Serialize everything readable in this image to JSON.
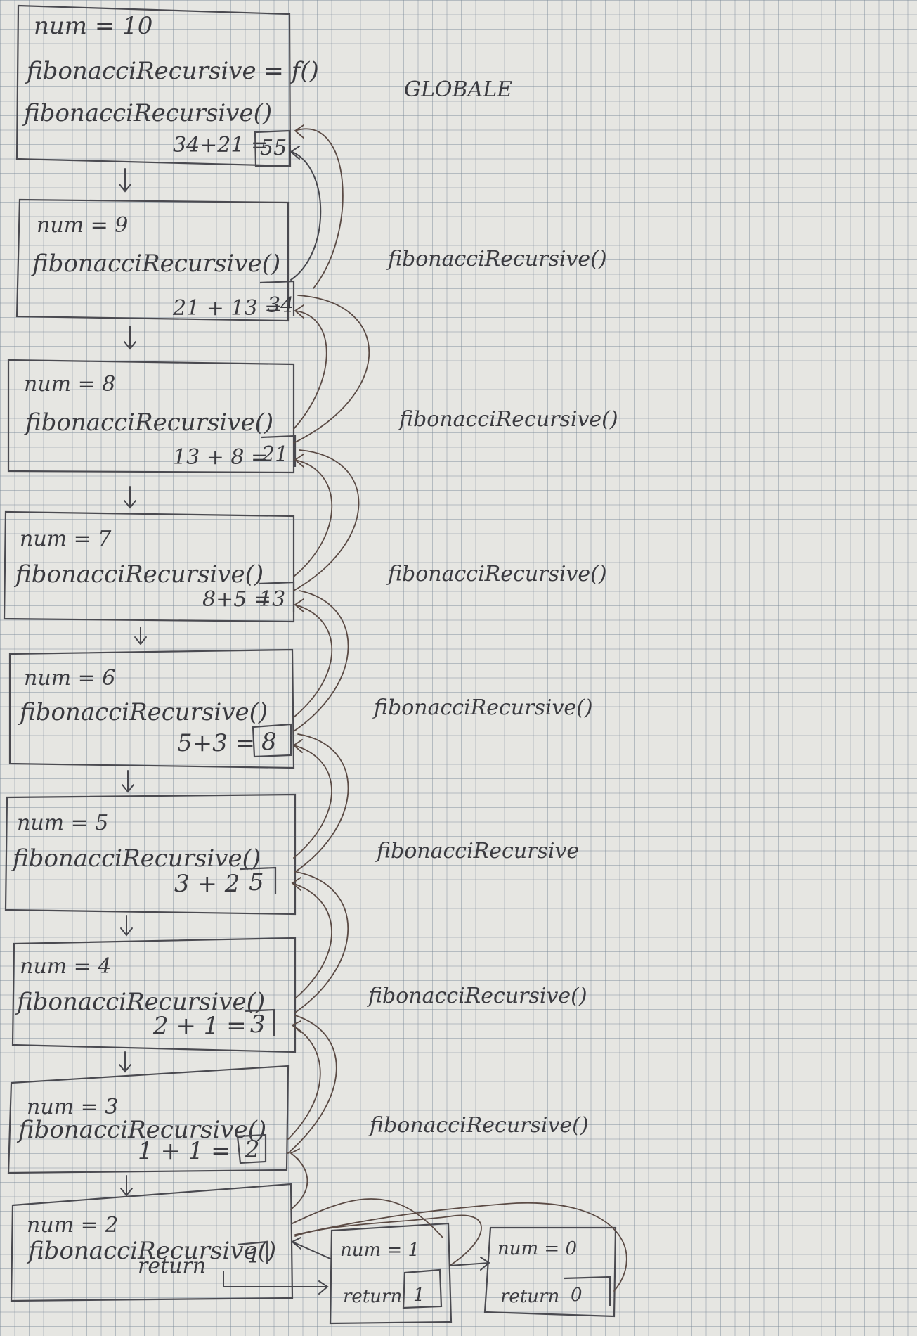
{
  "global_label": "GLOBALE",
  "frames": [
    {
      "num": "num = 10",
      "lines": [
        "fibonacciRecursive = f()",
        "fibonacciRecursive()"
      ],
      "sum": "34+21 =",
      "result": "55"
    },
    {
      "num": "num = 9",
      "lines": [
        "fibonacciRecursive()"
      ],
      "sum": "21 + 13 =",
      "result": "34"
    },
    {
      "num": "num = 8",
      "lines": [
        "fibonacciRecursive()"
      ],
      "sum": "13 + 8 =",
      "result": "21"
    },
    {
      "num": "num = 7",
      "lines": [
        "fibonacciRecursive()"
      ],
      "sum": "8+5 =",
      "result": "13"
    },
    {
      "num": "num = 6",
      "lines": [
        "fibonacciRecursive()"
      ],
      "sum": "5+3 =",
      "result": "8"
    },
    {
      "num": "num = 5",
      "lines": [
        "fibonacciRecursive()"
      ],
      "sum": "3 + 2",
      "result": "5"
    },
    {
      "num": "num = 4",
      "lines": [
        "fibonacciRecursive()"
      ],
      "sum": "2 + 1 =",
      "result": "3"
    },
    {
      "num": "num = 3",
      "lines": [
        "fibonacciRecursive()"
      ],
      "sum": "1 + 1 =",
      "result": "2"
    },
    {
      "num": "num = 2",
      "lines": [
        "fibonacciRecursive()"
      ],
      "sum": "return",
      "result": "1"
    }
  ],
  "base_frames": [
    {
      "num": "num = 1",
      "ret": "return",
      "result": "1"
    },
    {
      "num": "num = 0",
      "ret": "return",
      "result": "0"
    }
  ],
  "side_labels": [
    "fibonacciRecursive()",
    "fibonacciRecursive()",
    "fibonacciRecursive()",
    "fibonacciRecursive()",
    "fibonacciRecursive",
    "fibonacciRecursive()",
    "fibonacciRecursive()"
  ]
}
